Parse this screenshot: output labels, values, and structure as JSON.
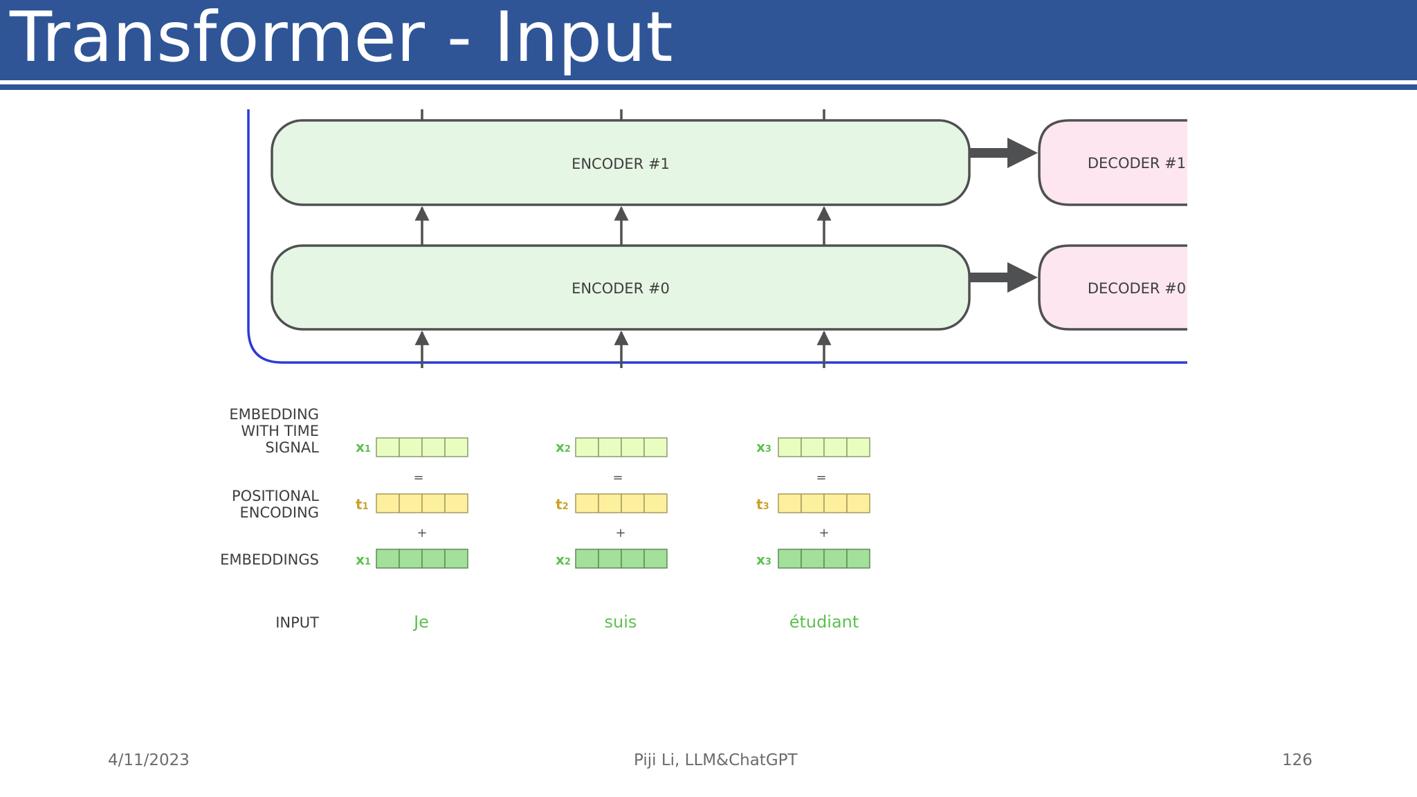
{
  "slide": {
    "title": "Transformer - Input"
  },
  "encoders": [
    {
      "label": "ENCODER #1"
    },
    {
      "label": "ENCODER #0"
    }
  ],
  "decoders": [
    {
      "label": "DECODER #1"
    },
    {
      "label": "DECODER #0"
    }
  ],
  "rows": {
    "embedding_with_time_signal": [
      "EMBEDDING",
      "WITH TIME",
      "SIGNAL"
    ],
    "positional_encoding": [
      "POSITIONAL",
      "ENCODING"
    ],
    "embeddings": "EMBEDDINGS",
    "input": "INPUT"
  },
  "tokens": [
    {
      "word": "Je",
      "x_var": "x",
      "x_sub": "1",
      "t_var": "t",
      "t_sub": "1"
    },
    {
      "word": "suis",
      "x_var": "x",
      "x_sub": "2",
      "t_var": "t",
      "t_sub": "2"
    },
    {
      "word": "étudiant",
      "x_var": "x",
      "x_sub": "3",
      "t_var": "t",
      "t_sub": "3"
    }
  ],
  "operators": {
    "equals": "=",
    "plus": "+"
  },
  "colors": {
    "title_bar": "#2f5597",
    "encoder_fill": "#e6f6e4",
    "decoder_fill": "#fde6f0",
    "box_stroke": "#4f5052",
    "stack_line": "#2b3bd6",
    "time_signal_cell": "#eafdc0",
    "positional_cell": "#fcef9e",
    "embedding_cell": "#a3e09a",
    "token_green": "#5dc04f",
    "token_gold": "#c9a227"
  },
  "footer": {
    "date": "4/11/2023",
    "center": "Piji Li, LLM&ChatGPT",
    "page": "126"
  }
}
